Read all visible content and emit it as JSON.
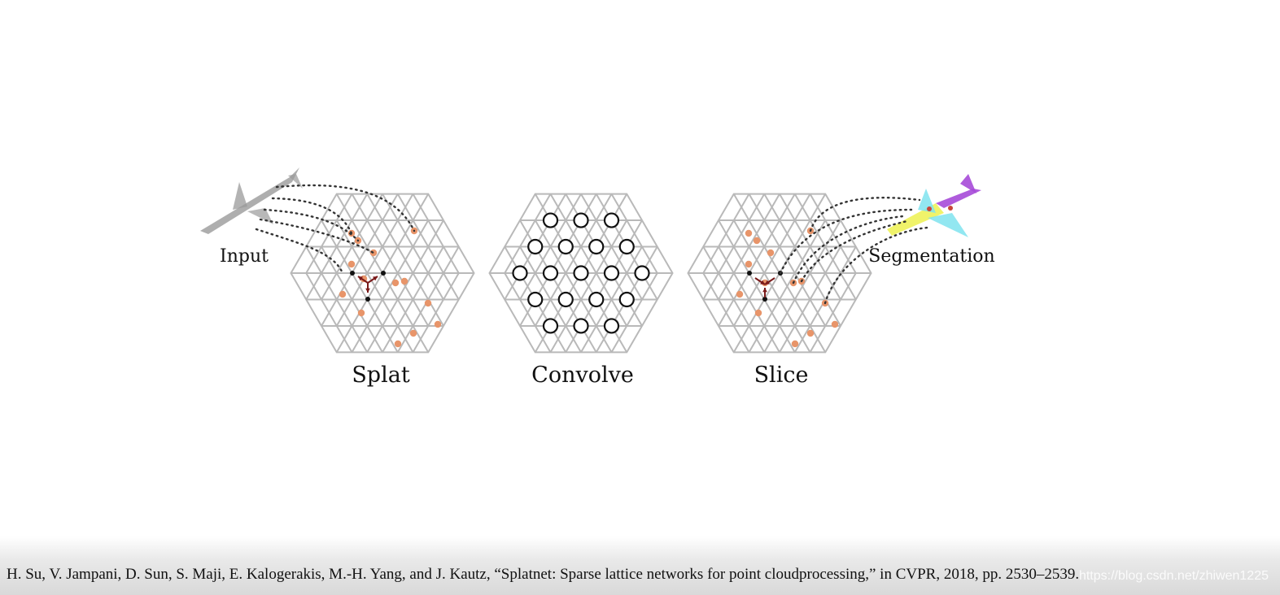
{
  "labels": {
    "input": "Input",
    "splat": "Splat",
    "convolve": "Convolve",
    "slice": "Slice",
    "segmentation": "Segmentation"
  },
  "caption": "H. Su, V. Jampani, D. Sun, S. Maji, E. Kalogerakis, M.-H. Yang, and J. Kautz, “Splatnet: Sparse lattice networks for point cloudprocessing,” in CVPR, 2018, pp. 2530–2539.",
  "watermark": "https://blog.csdn.net/zhiwen1225",
  "colors": {
    "lattice": "#b9b9b9",
    "point": "#e8956a",
    "vertex": "#111111",
    "arrow": "#7a1a1a",
    "node": "#111111",
    "input_cloud": "#9a9a9a",
    "seg_cyan": "#7fe3ee",
    "seg_yellow": "#eef25a",
    "seg_purple": "#a64ad8",
    "seg_red": "#c8453a"
  }
}
